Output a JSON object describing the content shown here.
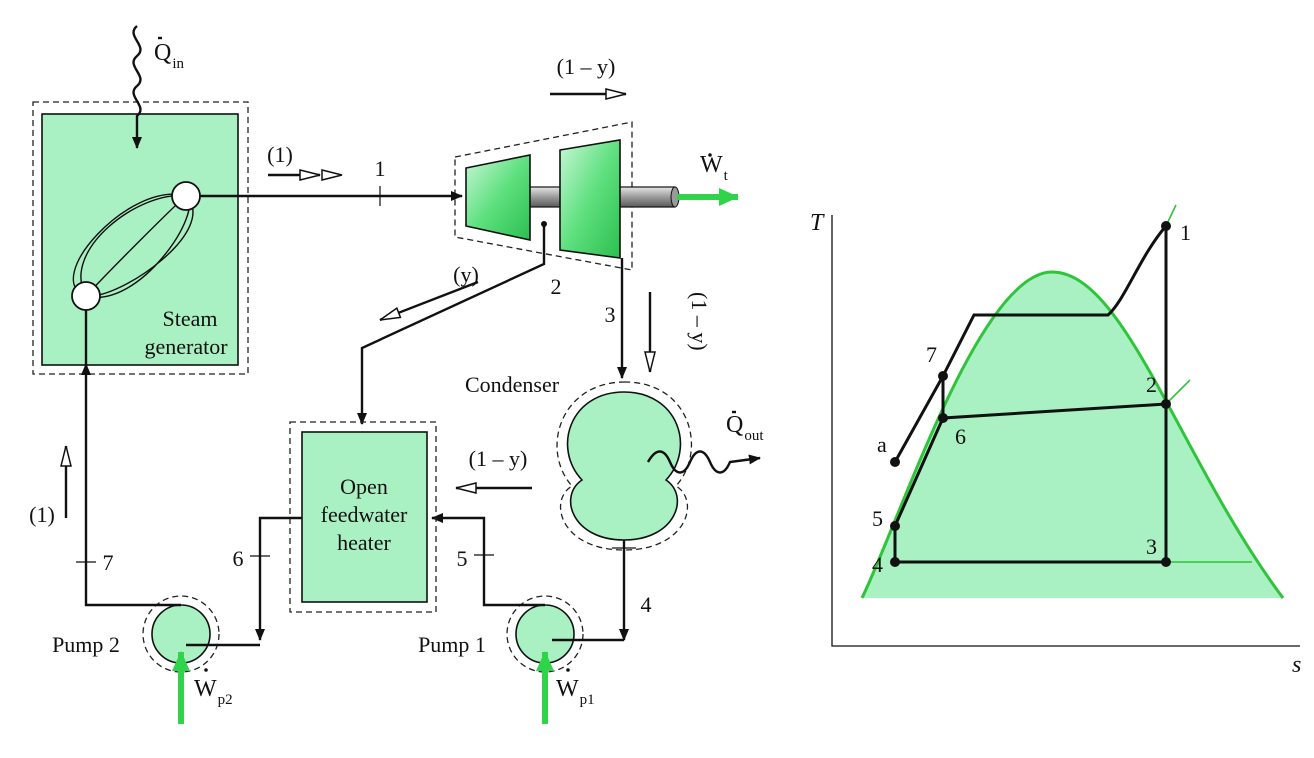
{
  "colors": {
    "equipment_fill": "#a9f0c3",
    "arrow_green": "#2fd44a",
    "dome_line": "#2fc43a",
    "line": "#111111"
  },
  "cycle": {
    "heat_in": {
      "symbol": "Q",
      "subscript": "in"
    },
    "heat_out": {
      "symbol": "Q",
      "subscript": "out"
    },
    "work_turbine": {
      "symbol": "W",
      "subscript": "t"
    },
    "work_pump1": {
      "symbol": "W",
      "subscript": "p1"
    },
    "work_pump2": {
      "symbol": "W",
      "subscript": "p2"
    },
    "components": {
      "steam_generator_line1": "Steam",
      "steam_generator_line2": "generator",
      "condenser": "Condenser",
      "heater_line1": "Open",
      "heater_line2": "feedwater",
      "heater_line3": "heater",
      "pump1": "Pump 1",
      "pump2": "Pump 2"
    },
    "flow_labels": {
      "unit_main": "(1)",
      "unit_return": "(1)",
      "extracted": "(y)",
      "remaining_top": "(1 – y)",
      "remaining_vertical": "(1 – y)",
      "remaining_heater": "(1 – y)"
    },
    "state_numbers": [
      "1",
      "2",
      "3",
      "4",
      "5",
      "6",
      "7"
    ]
  },
  "ts_diagram": {
    "axis_x": "s",
    "axis_y": "T",
    "states": [
      "1",
      "2",
      "3",
      "4",
      "5",
      "6",
      "7",
      "a"
    ]
  }
}
